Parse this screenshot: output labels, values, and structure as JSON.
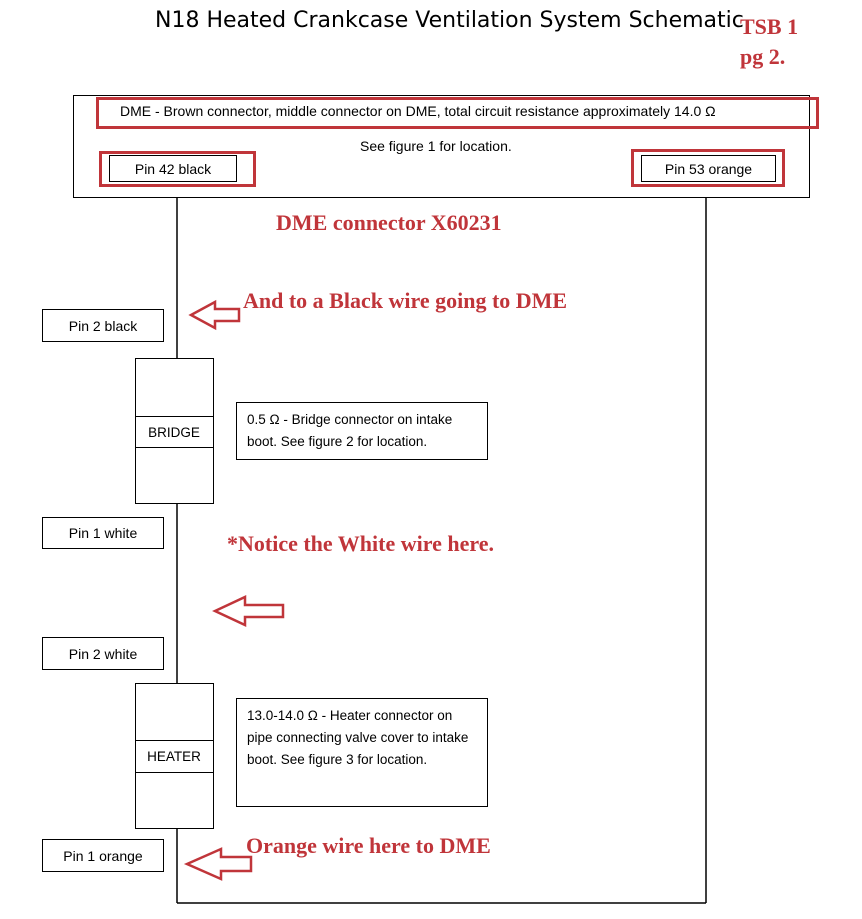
{
  "title": "N18 Heated Crankcase Ventilation System Schematic",
  "tsb_note": {
    "line1": "TSB 1",
    "line2": "pg 2."
  },
  "dme_box": {
    "description": "DME - Brown connector, middle connector on DME, total circuit resistance approximately 14.0 Ω",
    "see_figure": "See figure 1 for location.",
    "pin_left": "Pin 42 black",
    "pin_right": "Pin 53 orange"
  },
  "connector_title": "DME connector X60231",
  "pins": {
    "pin2_black": "Pin 2 black",
    "pin1_white": "Pin 1 white",
    "pin2_white": "Pin 2 white",
    "pin1_orange": "Pin 1 orange"
  },
  "bridge": {
    "label": "BRIDGE",
    "description": "0.5 Ω - Bridge connector on intake boot.  See figure 2 for location."
  },
  "heater": {
    "label": "HEATER",
    "description": "13.0-14.0 Ω - Heater connector on pipe connecting valve cover to intake boot. See figure 3 for location."
  },
  "annotations": {
    "black_wire": "And to a Black wire going to DME",
    "white_wire": "*Notice the White wire here.",
    "orange_wire": "Orange wire here to DME"
  },
  "colors": {
    "annotation_red": "#c0353a",
    "line": "#000000"
  }
}
